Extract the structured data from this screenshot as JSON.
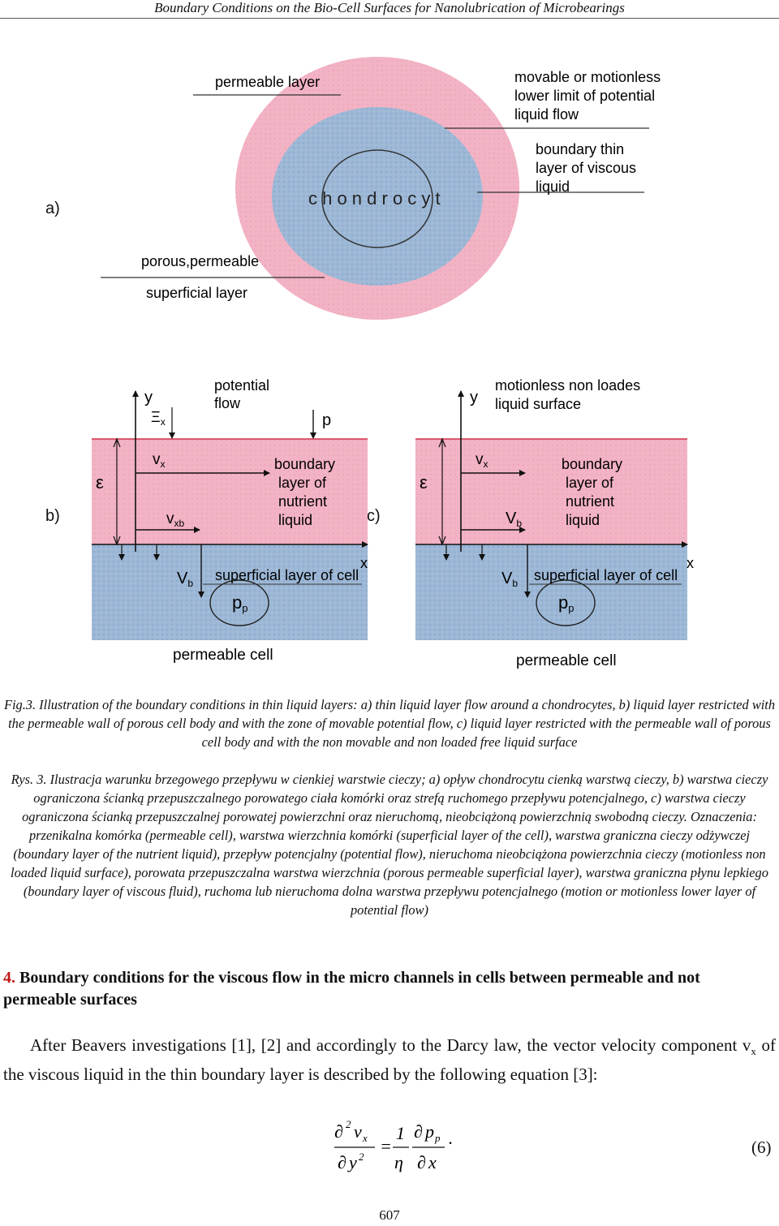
{
  "running_head": "Boundary Conditions on the Bio-Cell Surfaces for Nanolubrication of Microbearings",
  "panel_labels": {
    "a": "a)",
    "b": "b)",
    "c": "c)"
  },
  "figure_a": {
    "permeable_layer": "permeable layer",
    "movable_1": "movable or motionless",
    "movable_2": "lower limit of potential",
    "movable_3": "liquid flow",
    "boundary_1": "boundary thin",
    "boundary_2": "layer of viscous",
    "boundary_3": "liquid",
    "chondrocyt": "c h o n d r o c y t",
    "porous": "porous,permeable",
    "superficial": "superficial layer"
  },
  "figure_b": {
    "y": "y",
    "xi": "Ξ",
    "xi_sub": "x",
    "potential_1": "potential",
    "potential_2": "flow",
    "p": "p",
    "vx": "v",
    "vx_sub": "x",
    "eps": "ε",
    "vxb": "v",
    "vxb_sub": "xb",
    "boundary_1": "boundary",
    "boundary_2": "layer of",
    "boundary_3": "nutrient",
    "boundary_4": "liquid",
    "x": "x",
    "Vb": "V",
    "Vb_sub": "b",
    "superficial": "superficial layer of cell",
    "pp": "p",
    "pp_sub": "p",
    "cell": "permeable cell"
  },
  "figure_c": {
    "y": "y",
    "motionless_1": "motionless non loades",
    "motionless_2": "liquid surface",
    "vx": "v",
    "vx_sub": "x",
    "eps": "ε",
    "Vb": "V",
    "Vb_sub": "b",
    "boundary_1": "boundary",
    "boundary_2": "layer of",
    "boundary_3": "nutrient",
    "boundary_4": "liquid",
    "x": "x",
    "Vb2": "V",
    "Vb2_sub": "b",
    "superficial": "superficial layer of cell",
    "pp": "p",
    "pp_sub": "p",
    "cell": "permeable cell"
  },
  "caption_en": "Fig.3. Illustration of the boundary conditions in thin liquid layers: a) thin liquid layer flow around a chondrocytes, b) liquid layer restricted with the permeable wall of porous cell body and with the zone of movable potential flow, c) liquid layer restricted with the permeable wall of porous cell body and with the non movable and non loaded free liquid surface",
  "caption_pl": "Rys. 3. Ilustracja warunku brzegowego przepływu w cienkiej warstwie cieczy; a) opływ chondrocytu cienką warstwą cieczy, b) warstwa cieczy ograniczona ścianką przepuszczalnego porowatego ciała komórki oraz strefą ruchomego przepływu potencjalnego, c) warstwa cieczy ograniczona ścianką przepuszczalnej porowatej powierzchni oraz nieruchomą, nieobciążoną powierzchnią swobodną cieczy. Oznaczenia: przenikalna komórka (permeable cell), warstwa wierzchnia komórki (superficial layer of the cell), warstwa graniczna cieczy odżywczej (boundary layer of the nutrient liquid), przepływ potencjalny (potential flow), nieruchoma nieobciążona powierzchnia cieczy (motionless non loaded liquid surface), porowata przepuszczalna warstwa wierzchnia (porous permeable superficial layer), warstwa graniczna płynu lepkiego (boundary layer of viscous fluid), ruchoma lub nieruchoma dolna warstwa przepływu potencjalnego (motion or motionless lower layer of potential flow)",
  "section": {
    "number": "4.",
    "title": "Boundary conditions for the viscous flow in the micro channels in cells between permeable and not permeable surfaces"
  },
  "paragraph": {
    "part1": "After Beavers investigations [1], [2] and accordingly to the Darcy law, the vector velocity component v",
    "sub": "x",
    "part2": " of the viscous liquid in the thin boundary layer is described by the following equation [3]:"
  },
  "equation": {
    "partial": "∂",
    "two": "2",
    "v": "v",
    "x": "x",
    "y": "y",
    "equals": "=",
    "one": "1",
    "eta": "η",
    "p": "p",
    "p_sub": "p",
    "dot": "·",
    "number": "(6)"
  },
  "page_number": "607",
  "colors": {
    "pink": "#f2b3c4",
    "pink_dark": "#e06080",
    "blue": "#9db8d6",
    "blue_dark": "#6e8fb8",
    "red_line": "#d0304a"
  }
}
